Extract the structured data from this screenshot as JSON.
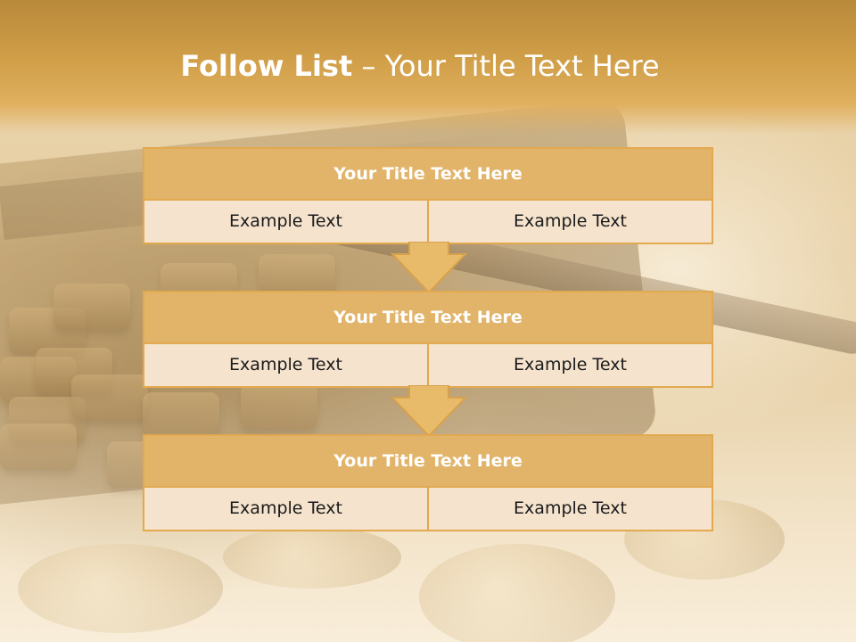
{
  "slide": {
    "title_bold": "Follow List",
    "title_rest": " – Your Title Text Here"
  },
  "stages": [
    {
      "title": "Your Title Text Here",
      "left": "Example Text",
      "right": "Example Text"
    },
    {
      "title": "Your Title Text Here",
      "left": "Example Text",
      "right": "Example Text"
    },
    {
      "title": "Your Title Text Here",
      "left": "Example Text",
      "right": "Example Text"
    }
  ],
  "colors": {
    "band": "#d19f48",
    "box_border": "#e2a94f",
    "box_header": "#e2b46a",
    "box_body": "#f4e3cd",
    "arrow_fill": "#e8bb6b"
  }
}
